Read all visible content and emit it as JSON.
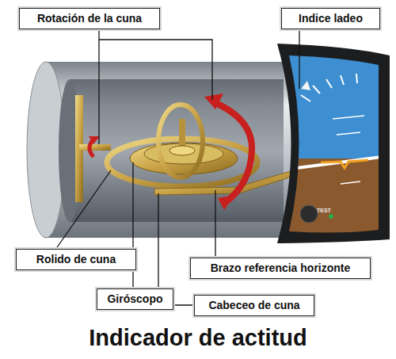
{
  "diagram": {
    "title": "Indicador de actitud",
    "nodes": [
      {
        "text": [
          "Rotación de la cuna"
        ]
      },
      {
        "text": [
          "Indice ladeo"
        ]
      },
      {
        "text": [
          "Rolido de cuna"
        ]
      },
      {
        "text": [
          "Giróscopo"
        ]
      },
      {
        "text": [
          "Brazo referencia horizonte"
        ]
      },
      {
        "text": [
          "Cabeceo de cuna"
        ]
      }
    ],
    "labels": [
      "TEST"
    ]
  }
}
